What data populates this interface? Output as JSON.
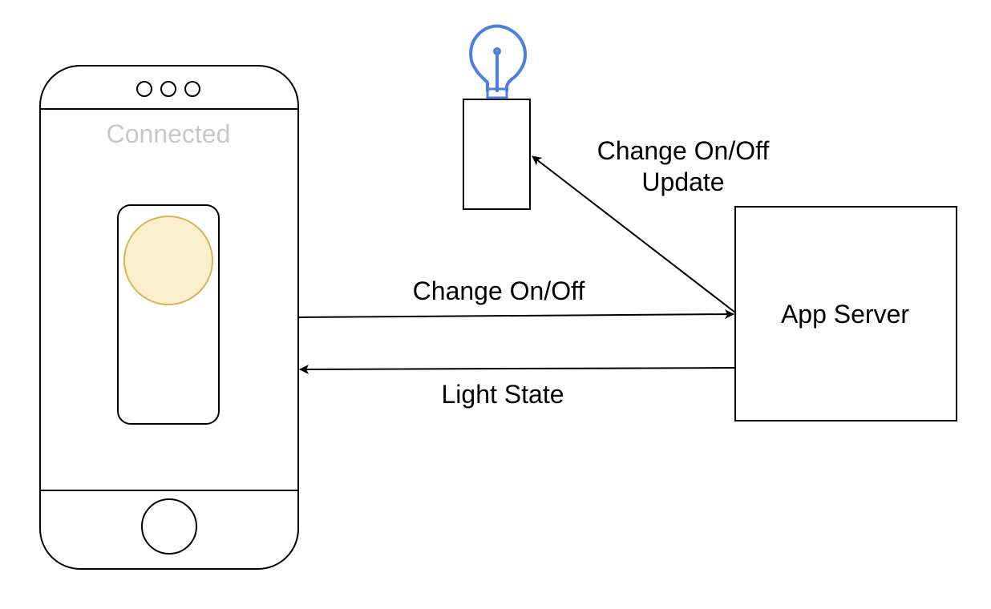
{
  "phone": {
    "status_text": "Connected",
    "status_color": "#c8c8c8",
    "toggle_knob_fill": "#faefcc",
    "toggle_knob_stroke": "#d6b656"
  },
  "bulb": {
    "icon": "lightbulb-icon",
    "color": "#4a7fe0"
  },
  "server": {
    "label": "App Server"
  },
  "edges": {
    "phone_to_server": "Change On/Off",
    "server_to_phone": "Light State",
    "server_to_light_line1": "Change On/Off",
    "server_to_light_line2": "Update"
  }
}
